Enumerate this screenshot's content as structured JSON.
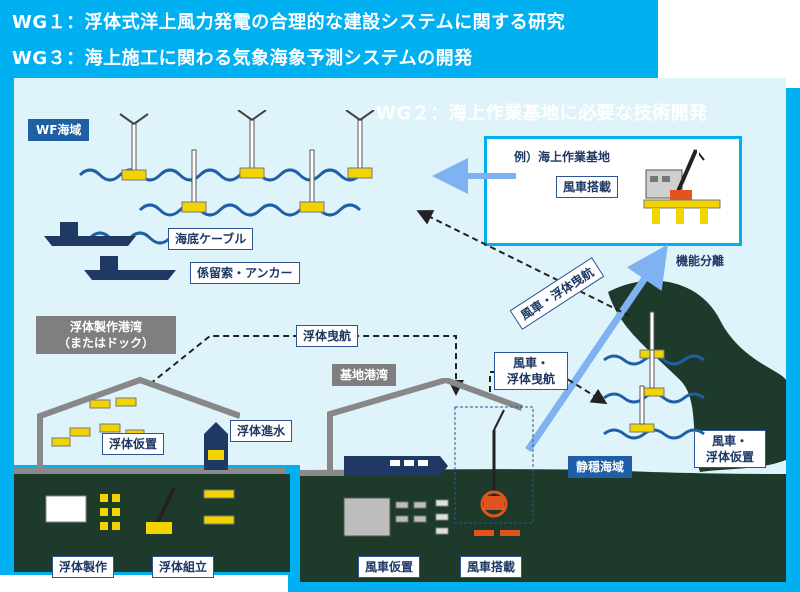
{
  "wg": {
    "wg1": "WG１：浮体式洋上風力発電の合理的な建設システムに関する研究",
    "wg3": "WG３：海上施工に関わる気象海象予測システムの開発",
    "wg2": "WG２：海上作業基地に必要な技術開発"
  },
  "labels": {
    "wf_area": "WF海域",
    "base_example": "例）海上作業基地",
    "turbine_mount_top": "風車搭載",
    "function_split": "機能分離",
    "seabed_cable": "海底ケーブル",
    "mooring": "係留索・アンカー",
    "tow_turbine_float": "風車・浮体曳航",
    "float_port": "浮体製作港湾\n（またはドック）",
    "float_tow": "浮体曳航",
    "base_port": "基地港湾",
    "tow_turbine_float_2": "風車・\n浮体曳航",
    "float_temp": "浮体仮置",
    "float_launch": "浮体進水",
    "calm_area": "静穏海域",
    "turbine_float_temp": "風車・\n浮体仮置",
    "float_make": "浮体製作",
    "float_assembly": "浮体組立",
    "turbine_temp": "風車仮置",
    "turbine_mount": "風車搭載"
  },
  "colors": {
    "frame_blue": "#00b0f0",
    "sea_light": "#dff3fb",
    "land_dark": "#1e3a2a",
    "label_border": "#2f5496"
  }
}
